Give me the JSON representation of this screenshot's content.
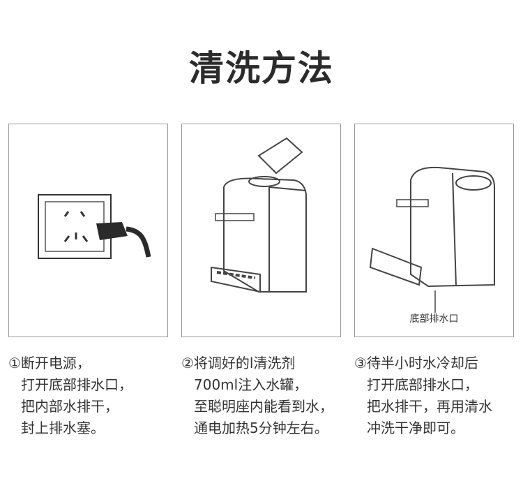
{
  "title": "清洗方法",
  "panels": [
    {
      "caption": ""
    },
    {
      "caption": ""
    },
    {
      "caption": "底部排水口"
    }
  ],
  "steps": [
    {
      "lines": [
        "①断开电源，",
        "打开底部排水口，",
        "把内部水排干，",
        "封上排水塞。"
      ]
    },
    {
      "lines": [
        "②将调好的l清洗剂",
        "700ml注入水罐，",
        "至聪明座内能看到水，",
        "通电加热5分钟左右。"
      ]
    },
    {
      "lines": [
        "③待半小时水冷却后",
        "打开底部排水口，",
        "把水排干，再用清水",
        "冲洗干净即可。"
      ]
    }
  ]
}
